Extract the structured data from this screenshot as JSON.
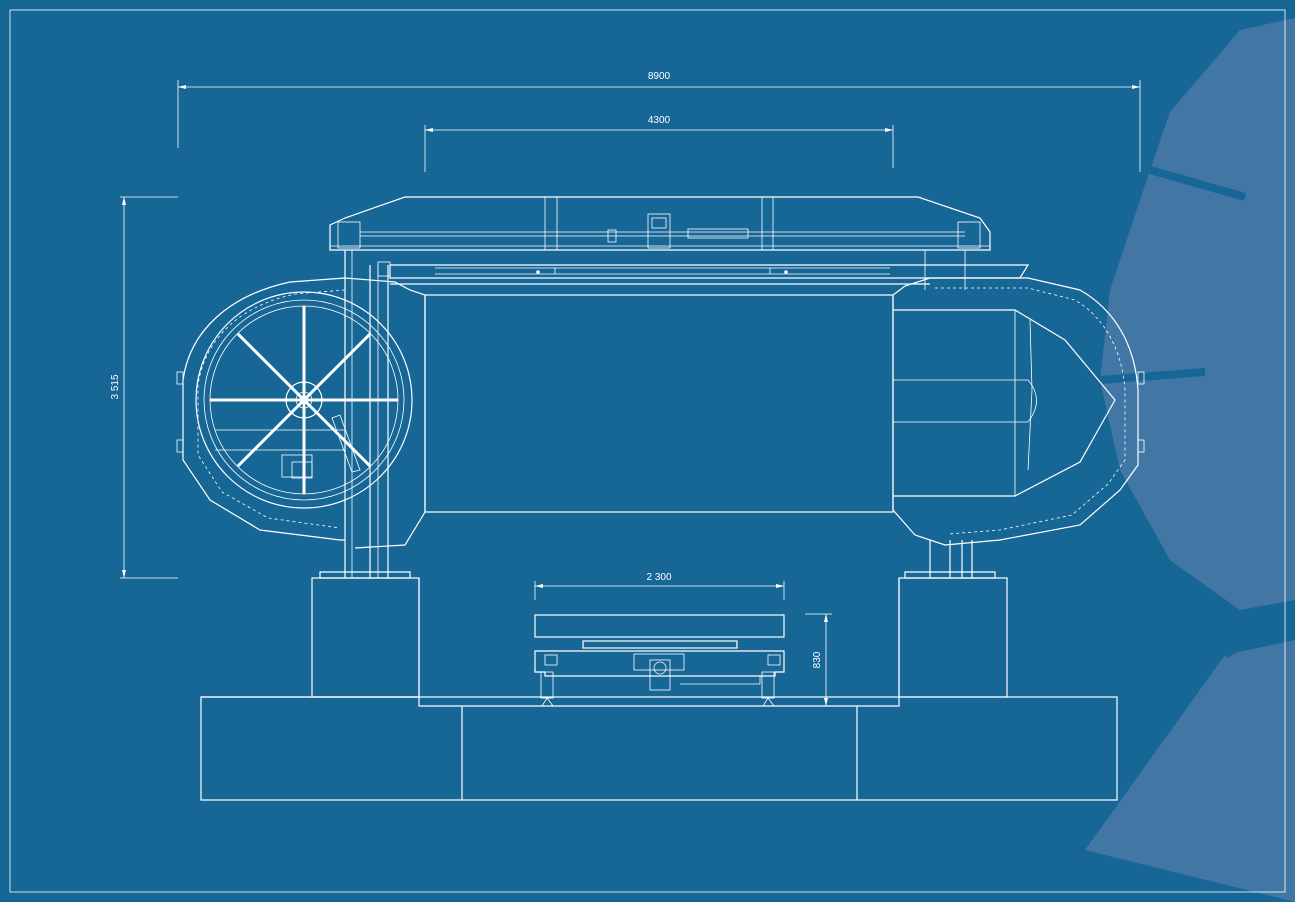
{
  "colors": {
    "background": "#166696",
    "line": "#ffffff",
    "logo_overlay": "#4a7aa8"
  },
  "dimensions": {
    "overall_width": "8900",
    "table_width": "4300",
    "overall_height": "3 515",
    "carriage_width": "2 300",
    "carriage_height": "830"
  },
  "icons": {
    "logo": "gear-logo-watermark"
  }
}
